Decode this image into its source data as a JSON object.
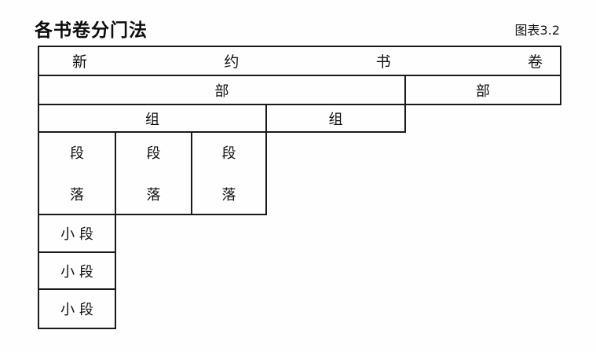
{
  "page": {
    "title": "各书卷分门法",
    "figure_label": "图表3.2"
  },
  "hierarchy": {
    "books_row": [
      "新",
      "约",
      "书",
      "卷"
    ],
    "parts": [
      "部",
      "部"
    ],
    "groups": [
      "组",
      "组"
    ],
    "paragraphs": [
      {
        "top": "段",
        "bottom": "落"
      },
      {
        "top": "段",
        "bottom": "落"
      },
      {
        "top": "段",
        "bottom": "落"
      }
    ],
    "subsections": [
      "小 段",
      "小 段",
      "小 段"
    ]
  }
}
